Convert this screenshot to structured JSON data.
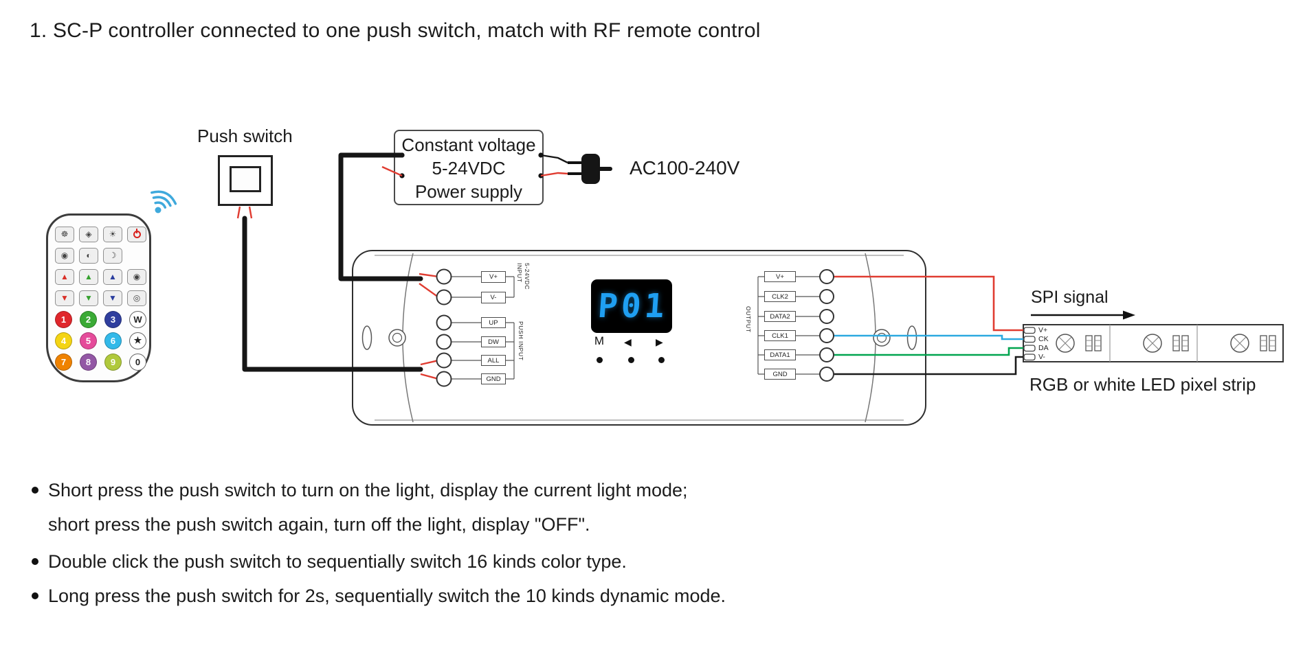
{
  "title": "1. SC-P controller connected to one push switch, match with RF remote control",
  "push_switch": {
    "label": "Push switch"
  },
  "power_supply": {
    "lines": [
      "Constant voltage",
      "5-24VDC",
      "Power supply"
    ]
  },
  "ac_input_label": "AC100-240V",
  "remote": {
    "row1": [
      "☸",
      "◈",
      "☀"
    ],
    "row2": [
      "◉",
      "◐",
      "☽"
    ],
    "row3": [
      "▲",
      "▲",
      "▲",
      "◉"
    ],
    "row4": [
      "▼",
      "▼",
      "▼",
      "◎"
    ],
    "row5": [
      "1",
      "2",
      "3",
      "W"
    ],
    "row6": [
      "4",
      "5",
      "6",
      "★"
    ],
    "row7": [
      "7",
      "8",
      "9",
      "0"
    ]
  },
  "controller": {
    "display_value": "P01",
    "menu_button": "M",
    "prev_button": "◀",
    "next_button": "▶",
    "input_power": {
      "labels": [
        "V+",
        "V-"
      ],
      "group_label_line1": "INPUT",
      "group_label_line2": "5-24VDC"
    },
    "push_input": {
      "labels": [
        "UP",
        "DW",
        "ALL",
        "GND"
      ],
      "group_label": "PUSH INPUT"
    },
    "output": {
      "labels": [
        "V+",
        "CLK2",
        "DATA2",
        "CLK1",
        "DATA1",
        "GND"
      ],
      "group_label": "OUTPUT"
    }
  },
  "spi_label": "SPI signal",
  "led_strip": {
    "pin_labels": [
      "V+",
      "CK",
      "DA",
      "V-"
    ],
    "caption": "RGB or white LED pixel strip"
  },
  "notes": [
    {
      "lines": [
        "Short press the push switch to turn on the light, display the current light mode;",
        "short press the push switch again, turn off the light, display \"OFF\"."
      ]
    },
    {
      "lines": [
        "Double click the push switch to sequentially switch 16 kinds color type."
      ]
    },
    {
      "lines": [
        "Long press the push switch for 2s, sequentially switch the 10 kinds dynamic mode."
      ]
    }
  ],
  "icons": {
    "wifi_signal": "wifi-signal-icon",
    "remote_power": "power-icon",
    "ac_plug": "plug-icon"
  },
  "colors": {
    "wire_red": "#e03c31",
    "wire_black": "#1a1a1a",
    "wire_blue": "#2ba9e0",
    "wire_green": "#00a44f",
    "display_bg": "#000000",
    "display_text": "#1f9ff2",
    "wifi_blue": "#3fa9dc"
  }
}
